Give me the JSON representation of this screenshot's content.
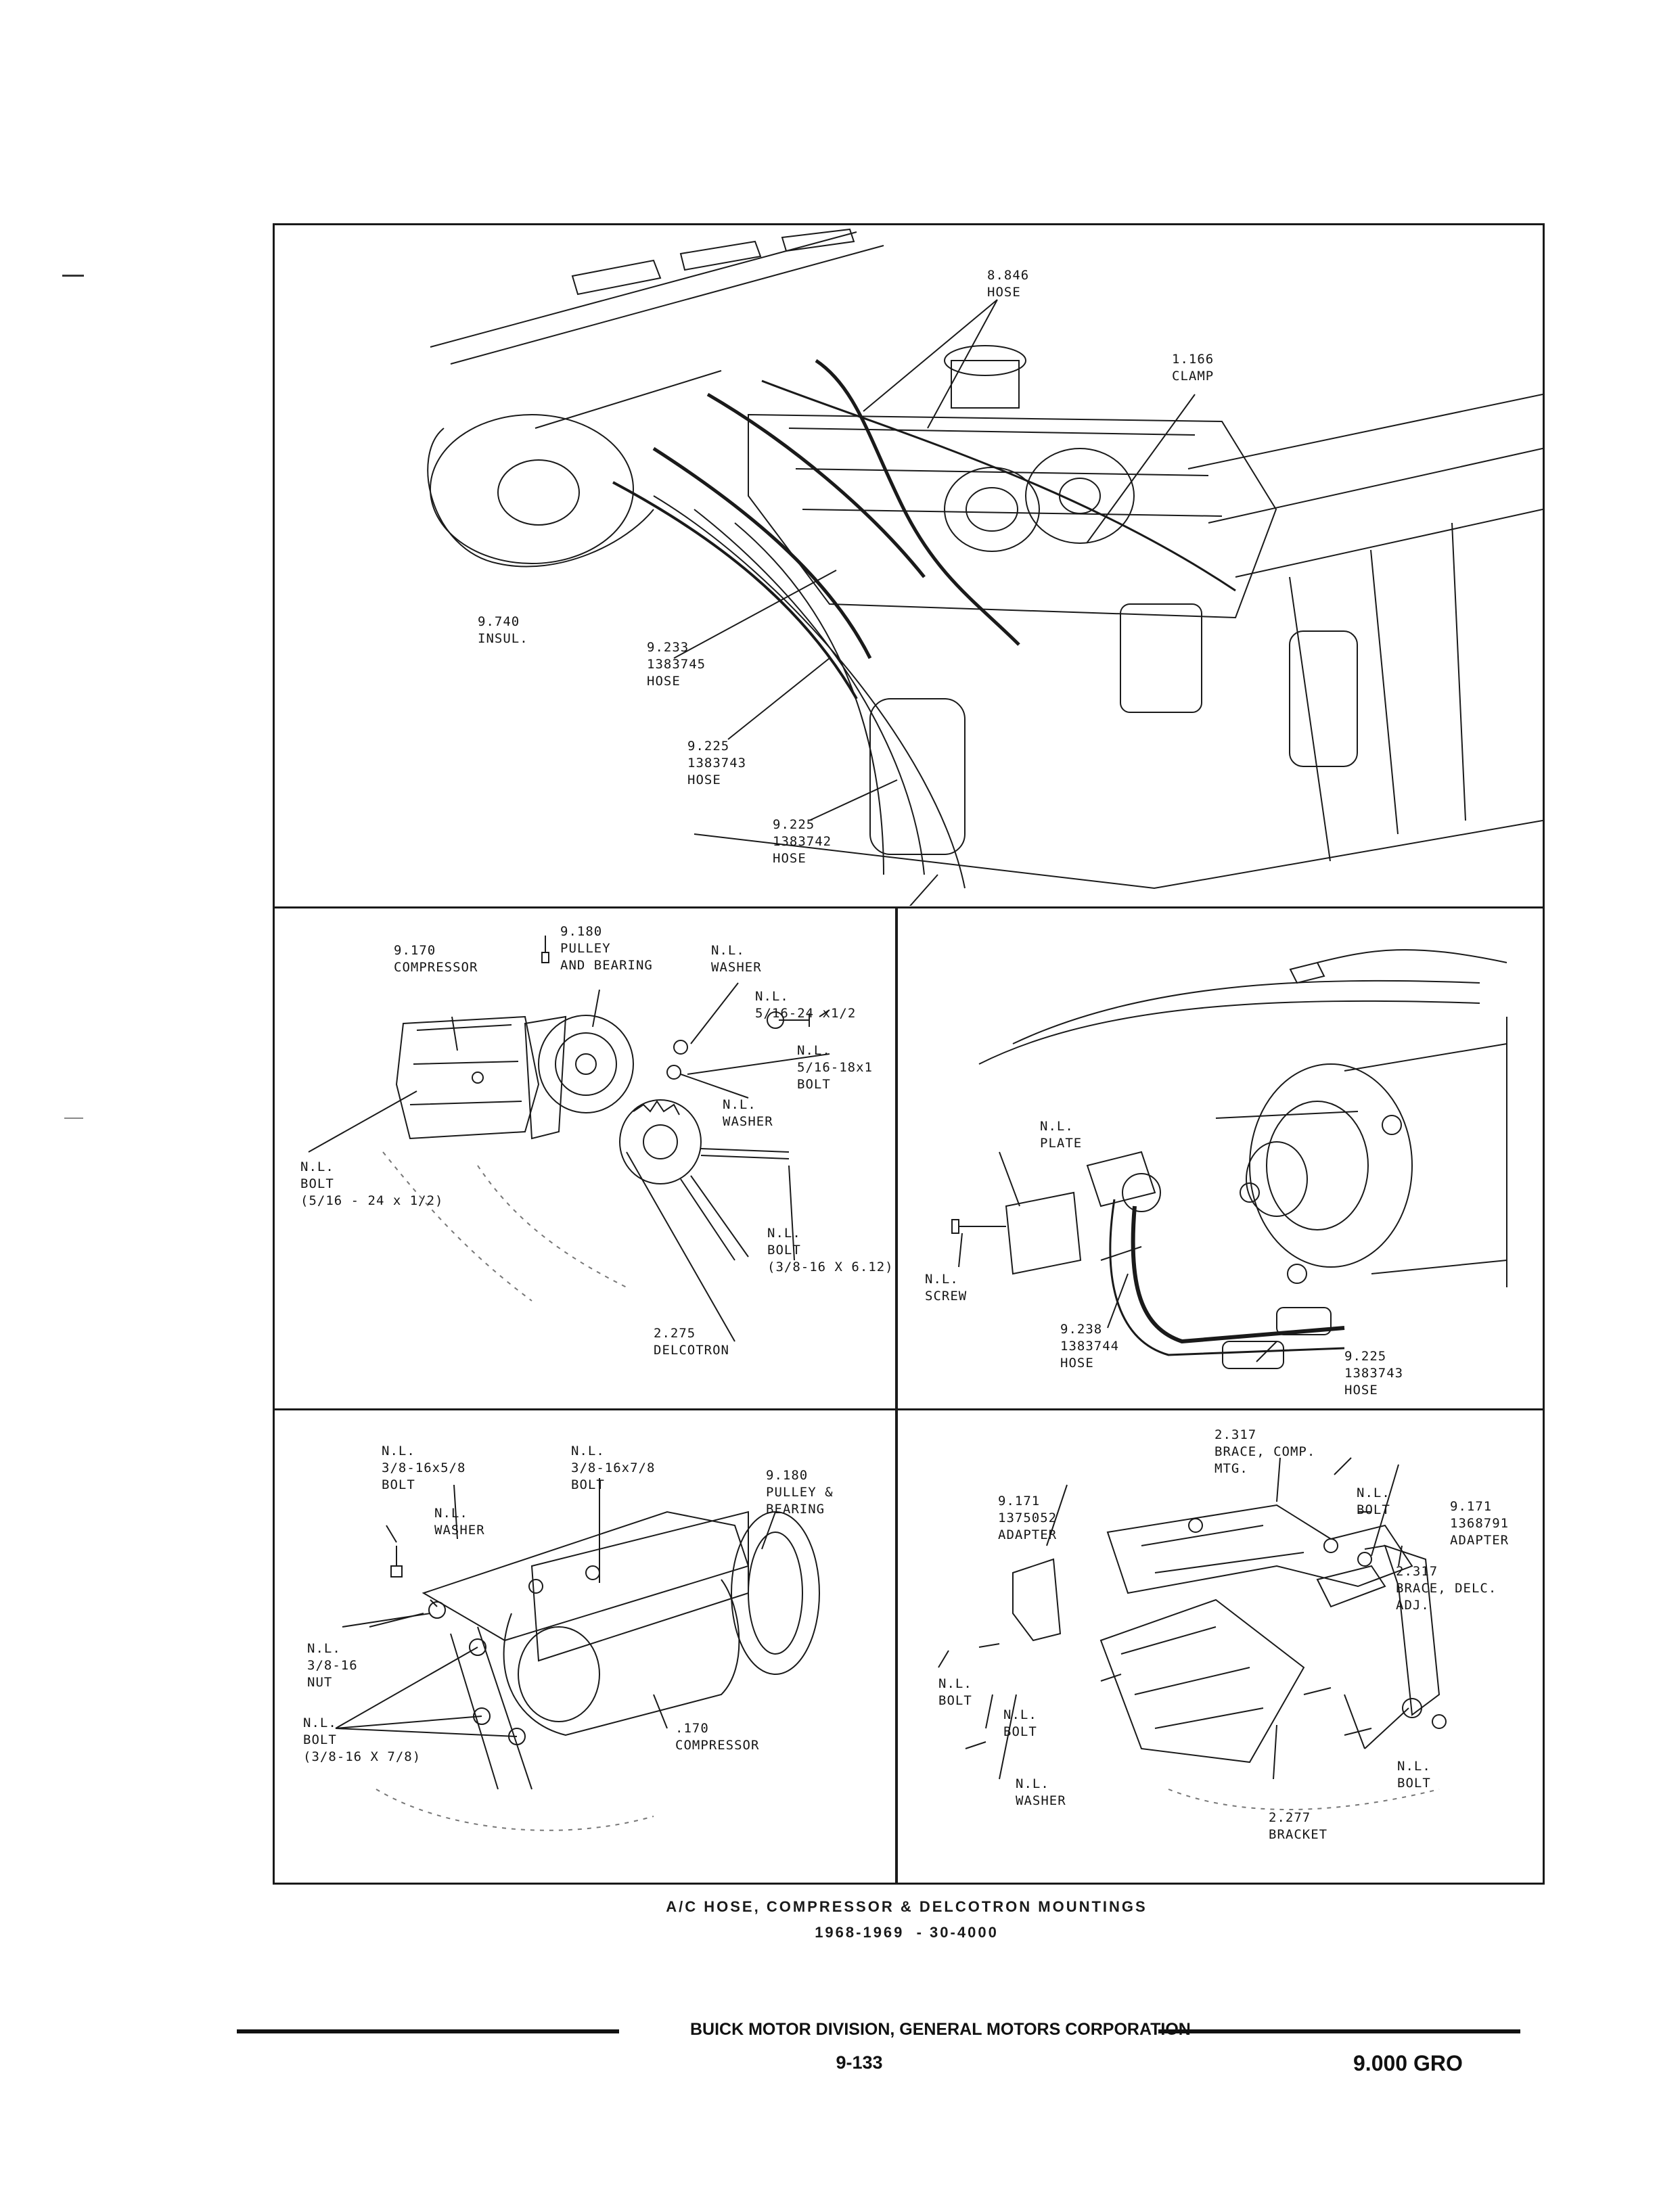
{
  "panel_top": {
    "callouts": [
      [
        "8.846",
        "HOSE"
      ],
      [
        "1.166",
        "CLAMP"
      ],
      [
        "9.740",
        "INSUL."
      ],
      [
        "9.233",
        "1383745",
        "HOSE"
      ],
      [
        "9.225",
        "1383743",
        "HOSE"
      ],
      [
        "9.225",
        "1383742",
        "HOSE"
      ]
    ]
  },
  "panel_mid_left": {
    "callouts": [
      [
        "9.170",
        "COMPRESSOR"
      ],
      [
        "9.180",
        "PULLEY",
        "AND BEARING"
      ],
      [
        "N.L.",
        "WASHER"
      ],
      [
        "N.L.",
        "5/16-24 x1/2"
      ],
      [
        "N.L.",
        "5/16-18x1",
        "BOLT"
      ],
      [
        "N.L.",
        "WASHER"
      ],
      [
        "N.L.",
        "BOLT",
        "(5/16 - 24 x 1/2)"
      ],
      [
        "N.L.",
        "BOLT",
        "(3/8-16 X 6.12)"
      ],
      [
        "2.275",
        "DELCOTRON"
      ]
    ]
  },
  "panel_mid_right": {
    "callouts": [
      [
        "N.L.",
        "PLATE"
      ],
      [
        "N.L.",
        "SCREW"
      ],
      [
        "9.238",
        "1383744",
        "HOSE"
      ],
      [
        "9.225",
        "1383743",
        "HOSE"
      ]
    ]
  },
  "panel_bot_left": {
    "callouts": [
      [
        "N.L.",
        "3/8-16x5/8",
        "BOLT"
      ],
      [
        "N.L.",
        "3/8-16x7/8",
        "BOLT"
      ],
      [
        "9.180",
        "PULLEY &",
        "BEARING"
      ],
      [
        "N.L.",
        "WASHER"
      ],
      [
        "N.L.",
        "3/8-16",
        "NUT"
      ],
      [
        "N.L.",
        "BOLT",
        "(3/8-16 X 7/8)"
      ],
      [
        ".170",
        "COMPRESSOR"
      ]
    ]
  },
  "panel_bot_right": {
    "callouts": [
      [
        "2.317",
        "BRACE, COMP.",
        "MTG."
      ],
      [
        "9.171",
        "1375052",
        "ADAPTER"
      ],
      [
        "N.L.",
        "BOLT"
      ],
      [
        "9.171",
        "1368791",
        "ADAPTER"
      ],
      [
        "2.317",
        "BRACE, DELC.",
        "ADJ."
      ],
      [
        "N.L.",
        "BOLT"
      ],
      [
        "N.L.",
        "BOLT"
      ],
      [
        "N.L.",
        "WASHER"
      ],
      [
        "N.L.",
        "BOLT"
      ],
      [
        "2.277",
        "BRACKET"
      ]
    ]
  },
  "caption": {
    "title": "A/C HOSE, COMPRESSOR & DELCOTRON MOUNTINGS",
    "subtitle": "1968-1969  - 30-4000"
  },
  "footer": {
    "division": "BUICK MOTOR DIVISION, GENERAL MOTORS CORPORATION",
    "page_number": "9-133",
    "group": "9.000 GRO"
  }
}
